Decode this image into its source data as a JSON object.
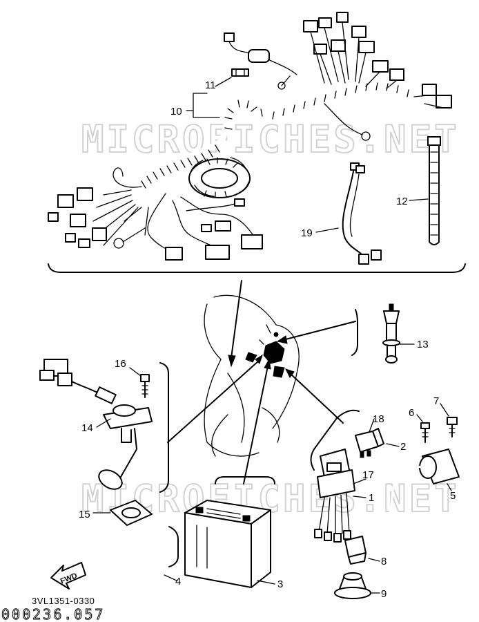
{
  "callouts": {
    "c1": "1",
    "c2": "2",
    "c3": "3",
    "c4": "4",
    "c5": "5",
    "c6": "6",
    "c7": "7",
    "c8": "8",
    "c9": "9",
    "c10": "10",
    "c11": "11",
    "c12": "12",
    "c13": "13",
    "c14": "14",
    "c15": "15",
    "c16": "16",
    "c17": "17",
    "c18": "18",
    "c19": "19"
  },
  "watermark": "MICROFICHES.NET",
  "direction_arrow": "FWD",
  "diagram_code": "3VL1351-0330",
  "footer_code": "000236.057"
}
